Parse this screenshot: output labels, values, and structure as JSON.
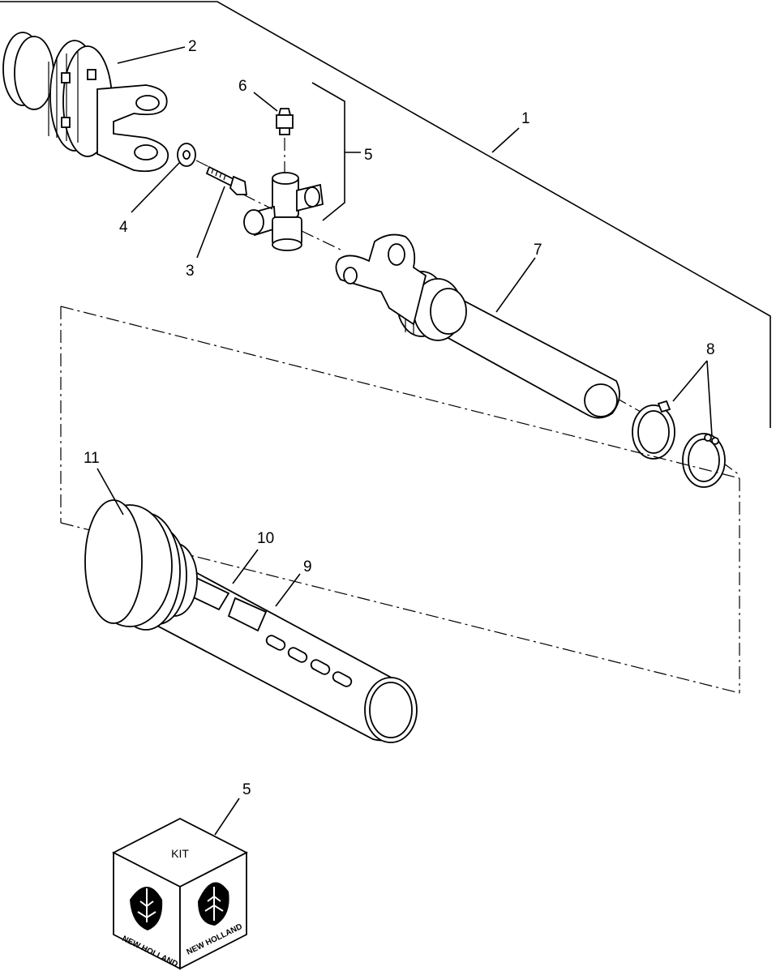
{
  "diagram": {
    "callouts": [
      {
        "id": "1",
        "text": "1"
      },
      {
        "id": "2",
        "text": "2"
      },
      {
        "id": "3",
        "text": "3"
      },
      {
        "id": "4",
        "text": "4"
      },
      {
        "id": "5a",
        "text": "5"
      },
      {
        "id": "5b",
        "text": "5"
      },
      {
        "id": "6",
        "text": "6"
      },
      {
        "id": "7",
        "text": "7"
      },
      {
        "id": "8",
        "text": "8"
      },
      {
        "id": "9",
        "text": "9"
      },
      {
        "id": "10",
        "text": "10"
      },
      {
        "id": "11",
        "text": "11"
      }
    ],
    "kit_box": {
      "label": "KIT",
      "brand_left": "NEW HOLLAND",
      "brand_right": "NEW HOLLAND"
    }
  }
}
